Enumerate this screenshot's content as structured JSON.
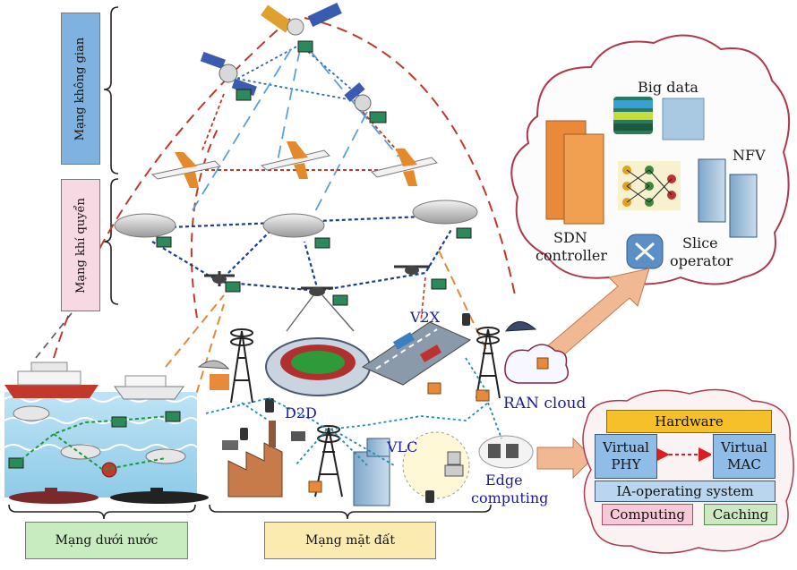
{
  "labels": {
    "space": "Mạng không gian",
    "air": "Mạng khí quyển",
    "underwater": "Mạng dưới nước",
    "ground": "Mạng mặt đất"
  },
  "cloud": {
    "big_data": "Big data",
    "nfv": "NFV",
    "sdn_line1": "SDN",
    "sdn_line2": "controller",
    "slice_line1": "Slice",
    "slice_line2": "operator"
  },
  "ground_labels": {
    "v2x": "V2X",
    "d2d": "D2D",
    "vlc": "VLC",
    "ran_cloud": "RAN cloud",
    "edge_line1": "Edge",
    "edge_line2": "computing"
  },
  "edge_box": {
    "hardware": "Hardware",
    "virtual_phy_line1": "Virtual",
    "virtual_phy_line2": "PHY",
    "virtual_mac_line1": "Virtual",
    "virtual_mac_line2": "MAC",
    "os": "IA-operating system",
    "computing": "Computing",
    "caching": "Caching"
  },
  "colors": {
    "space_label_bg": "#7fb2e0",
    "air_label_bg": "#f7d9e3",
    "underwater_label_bg": "#c9ebc0",
    "ground_label_bg": "#fcebb0",
    "hardware_bg": "#f5c02a",
    "virtual_bg": "#8fbde8",
    "computing_bg": "#f7c9d6",
    "caching_bg": "#cfe8c4",
    "link_blue": "#1c3d8f",
    "link_red": "#c0392b",
    "link_orange": "#e08a3c",
    "link_lightblue": "#5aa0d8"
  }
}
